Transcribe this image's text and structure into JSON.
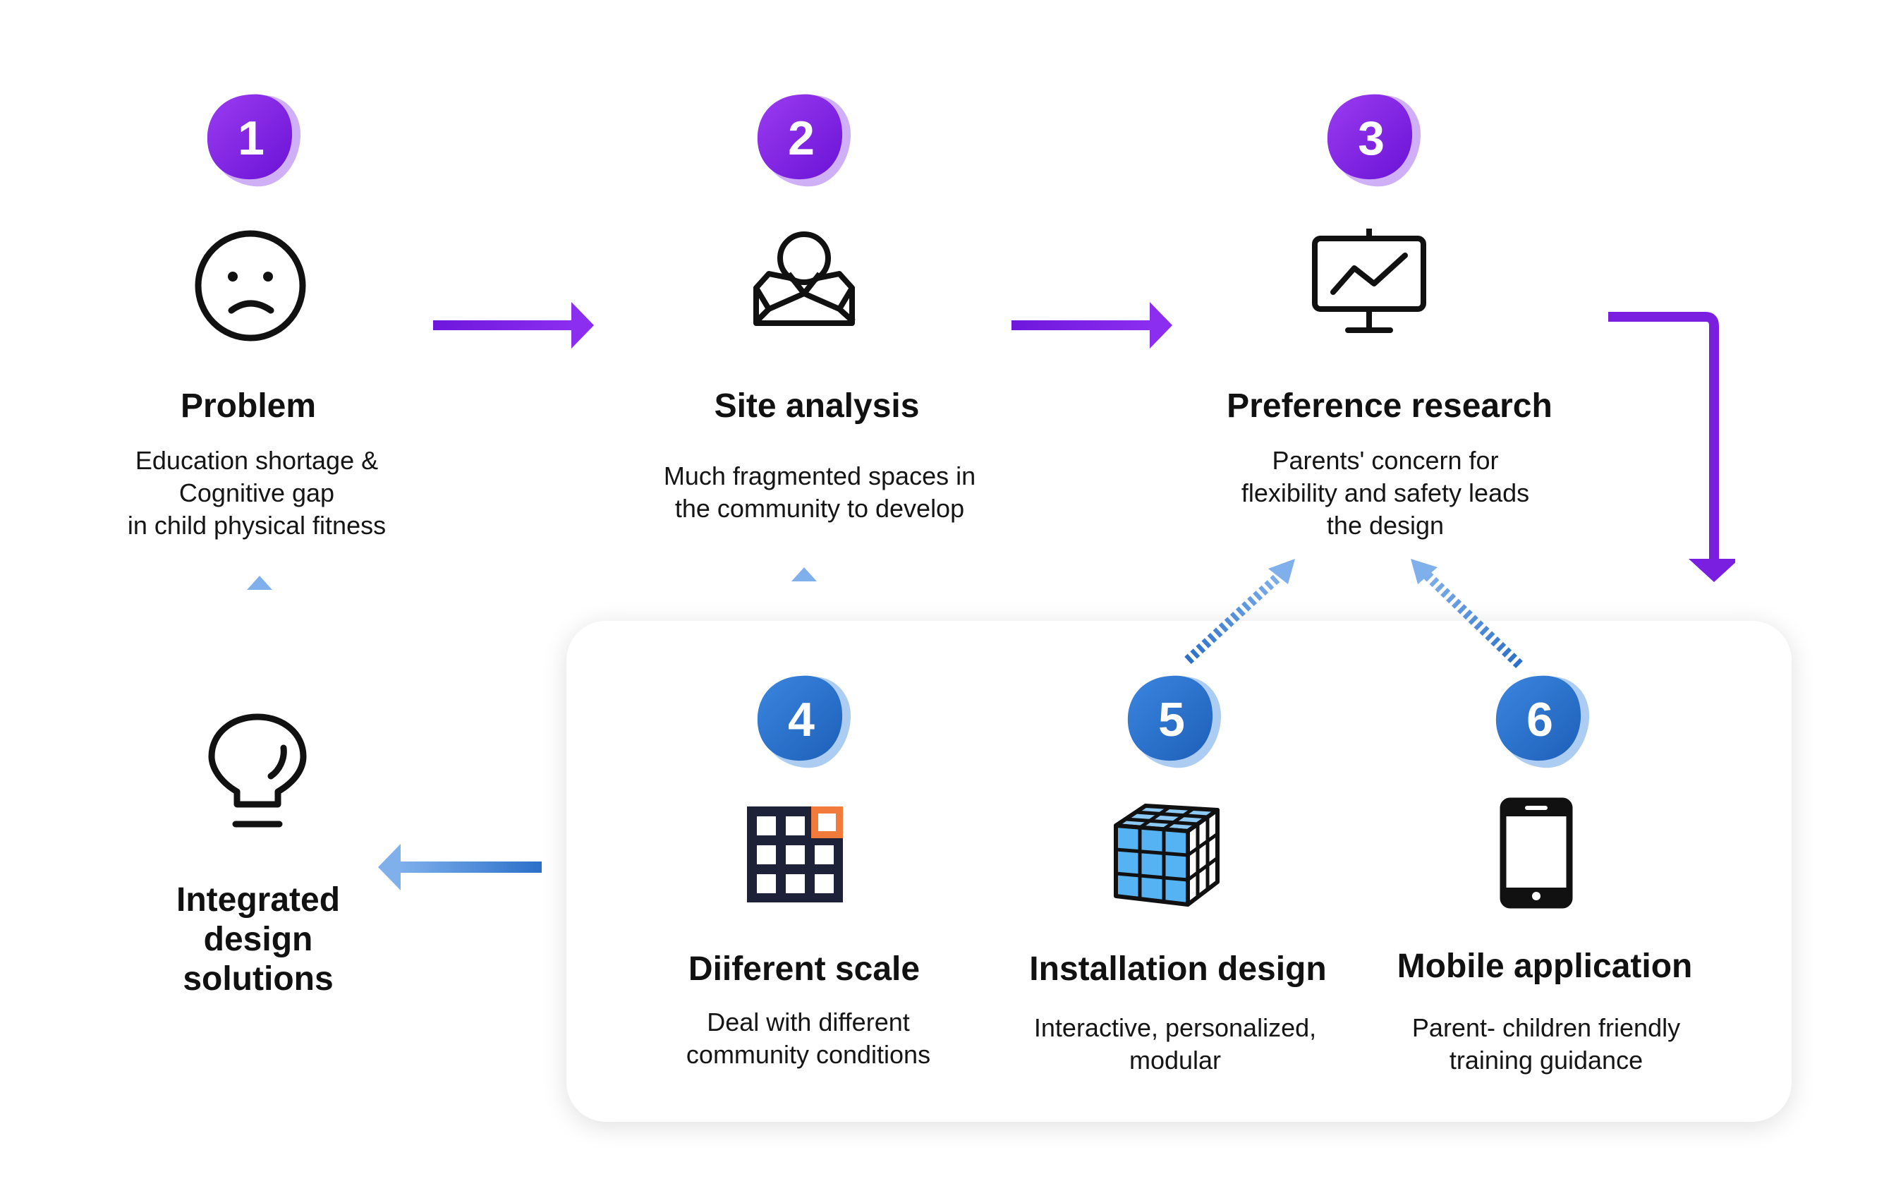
{
  "colors": {
    "purple": "#7a1ee0",
    "purple_light": "#b98cf2",
    "blue": "#2a6fc9",
    "blue_light": "#7fb0ec",
    "orange": "#f27a3a",
    "cube_blue": "#55b3f3"
  },
  "steps": [
    {
      "number": "1",
      "title": "Problem",
      "description": "Education shortage &\nCognitive gap\nin child physical fitness",
      "icon": "sad-face-icon"
    },
    {
      "number": "2",
      "title": "Site analysis",
      "description": "Much fragmented spaces in\nthe community to develop",
      "icon": "site-person-icon"
    },
    {
      "number": "3",
      "title": "Preference research",
      "description": "Parents' concern for\nflexibility and safety leads\nthe design",
      "icon": "presentation-chart-icon"
    },
    {
      "number": "4",
      "title": "Diiferent scale",
      "description": "Deal with different\ncommunity conditions",
      "icon": "grid-scale-icon"
    },
    {
      "number": "5",
      "title": "Installation design",
      "description": "Interactive, personalized,\nmodular",
      "icon": "cube-icon"
    },
    {
      "number": "6",
      "title": "Mobile application",
      "description": "Parent- children friendly\ntraining guidance",
      "icon": "smartphone-icon"
    }
  ],
  "result": {
    "title": "Integrated\ndesign\nsolutions",
    "icon": "lightbulb-icon"
  }
}
